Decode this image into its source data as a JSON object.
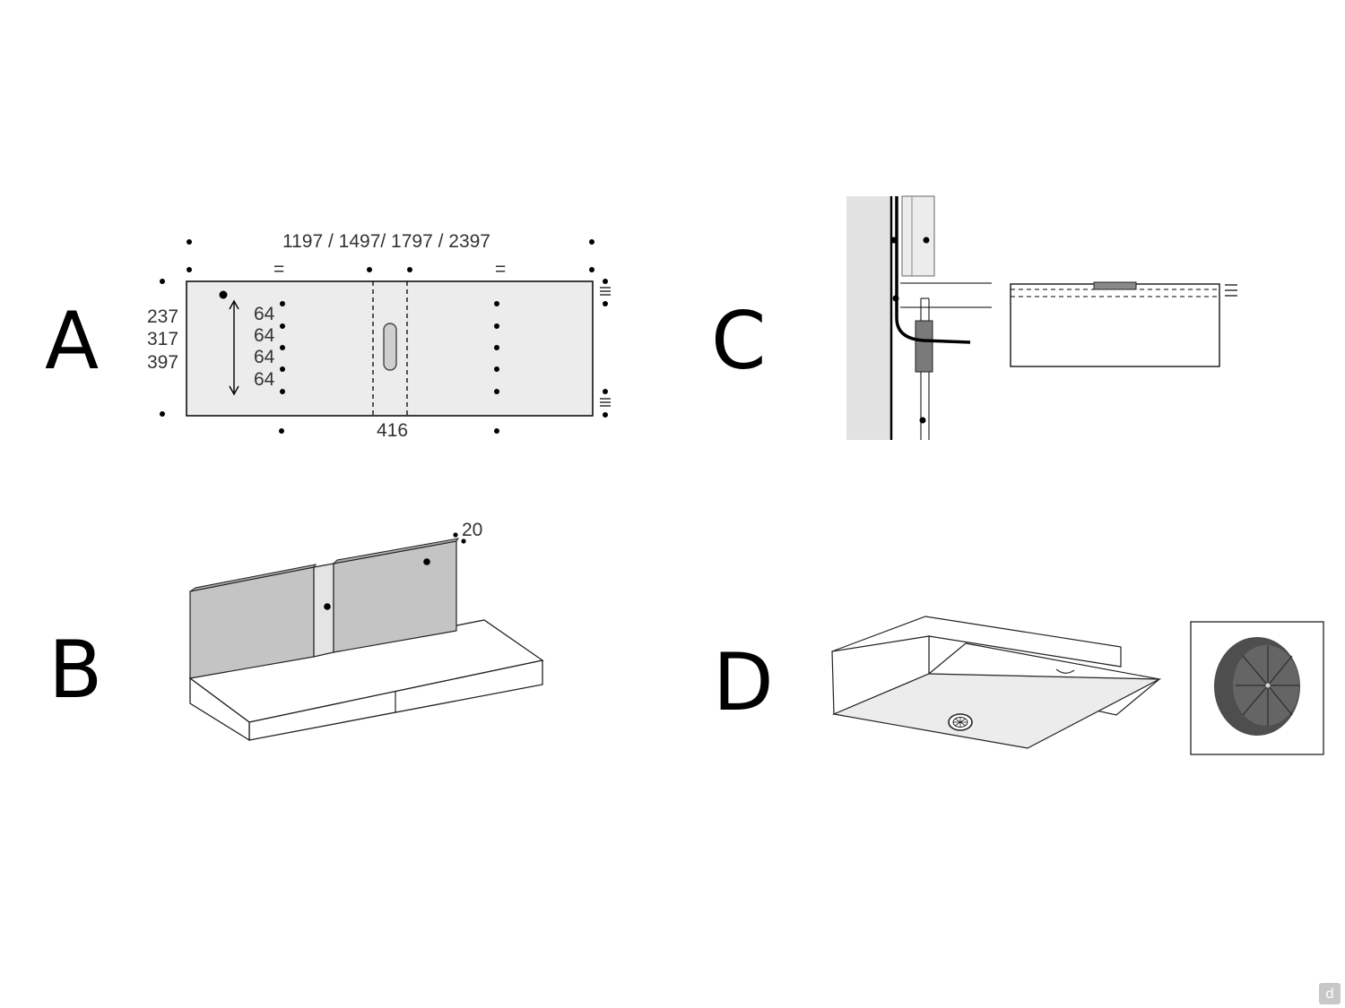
{
  "labels": {
    "a": "A",
    "b": "B",
    "c": "C",
    "d": "D"
  },
  "dimensions": {
    "a_width": "1197 / 1497/ 1797 / 2397",
    "a_equal_left": "=",
    "a_equal_right": "=",
    "a_heights": [
      "237",
      "317",
      "397"
    ],
    "a_spacing": [
      "64",
      "64",
      "64",
      "64"
    ],
    "a_bottom": "416",
    "b_thickness": "20"
  },
  "colors": {
    "panel": "#ececec",
    "back_panel": "#c4c4c4",
    "grommet": "#5a5a5a",
    "line": "#000000"
  },
  "watermark": "d"
}
